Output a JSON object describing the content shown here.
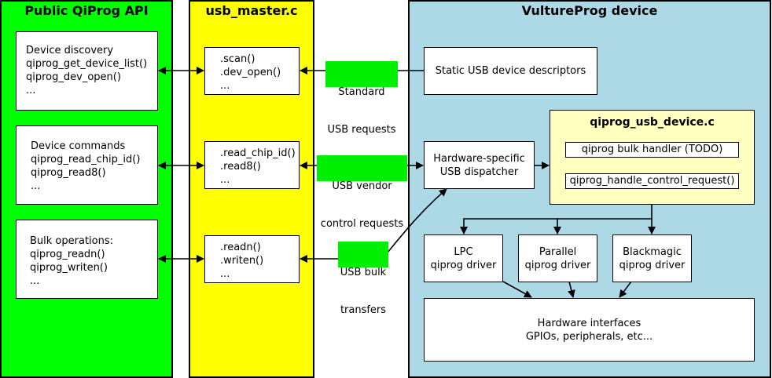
{
  "columns": {
    "api": {
      "title": "Public QiProg API",
      "color": "#00ff00"
    },
    "usb_master": {
      "title": "usb_master.c",
      "color": "#ffff00"
    },
    "device": {
      "title": "VultureProg device",
      "color": "#add8e6"
    }
  },
  "api_boxes": [
    {
      "lines": [
        "Device discovery",
        "qiprog_get_device_list()",
        "qiprog_dev_open()",
        "..."
      ]
    },
    {
      "lines": [
        "Device commands",
        "qiprog_read_chip_id()",
        "qiprog_read8()",
        "..."
      ]
    },
    {
      "lines": [
        "Bulk operations:",
        "qiprog_readn()",
        "qiprog_writen()",
        "..."
      ]
    }
  ],
  "master_boxes": [
    {
      "lines": [
        ".scan()",
        ".dev_open()",
        "..."
      ]
    },
    {
      "lines": [
        ".read_chip_id()",
        ".read8()",
        "..."
      ]
    },
    {
      "lines": [
        ".readn()",
        ".writen()",
        "..."
      ]
    }
  ],
  "link_labels": [
    {
      "lines": [
        "Standard",
        "USB requests"
      ]
    },
    {
      "lines": [
        "USB vendor",
        "control requests"
      ]
    },
    {
      "lines": [
        "USB bulk",
        "transfers"
      ]
    }
  ],
  "device": {
    "descriptors": "Static USB device descriptors",
    "dispatcher": [
      "Hardware-specific",
      "USB dispatcher"
    ],
    "qiprog_usb_device": {
      "title": "qiprog_usb_device.c",
      "color": "#ffffc0",
      "handlers": [
        "qiprog bulk handler (TODO)",
        "qiprog_handle_control_request()"
      ]
    },
    "drivers": [
      {
        "lines": [
          "LPC",
          "qiprog driver"
        ]
      },
      {
        "lines": [
          "Parallel",
          "qiprog driver"
        ]
      },
      {
        "lines": [
          "Blackmagic",
          "qiprog driver"
        ]
      }
    ],
    "hardware": [
      "Hardware interfaces",
      "GPIOs, peripherals, etc..."
    ]
  }
}
